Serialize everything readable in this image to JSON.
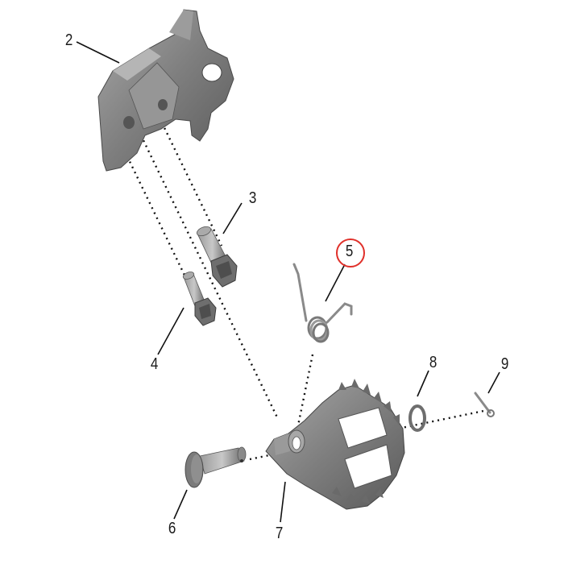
{
  "diagram": {
    "type": "exploded-parts-diagram",
    "subject": "footpeg assembly",
    "highlight_color": "#e0302a",
    "part_color": "#7d7d7d",
    "callouts": [
      {
        "id": "2",
        "label": "2",
        "part": "footpeg mount bracket"
      },
      {
        "id": "3",
        "label": "3",
        "part": "flange bolt (long)"
      },
      {
        "id": "4",
        "label": "4",
        "part": "flange bolt (short)"
      },
      {
        "id": "5",
        "label": "5",
        "part": "torsion spring",
        "highlighted": true
      },
      {
        "id": "6",
        "label": "6",
        "part": "clevis pin"
      },
      {
        "id": "7",
        "label": "7",
        "part": "footpeg"
      },
      {
        "id": "8",
        "label": "8",
        "part": "washer"
      },
      {
        "id": "9",
        "label": "9",
        "part": "cotter pin"
      }
    ]
  }
}
